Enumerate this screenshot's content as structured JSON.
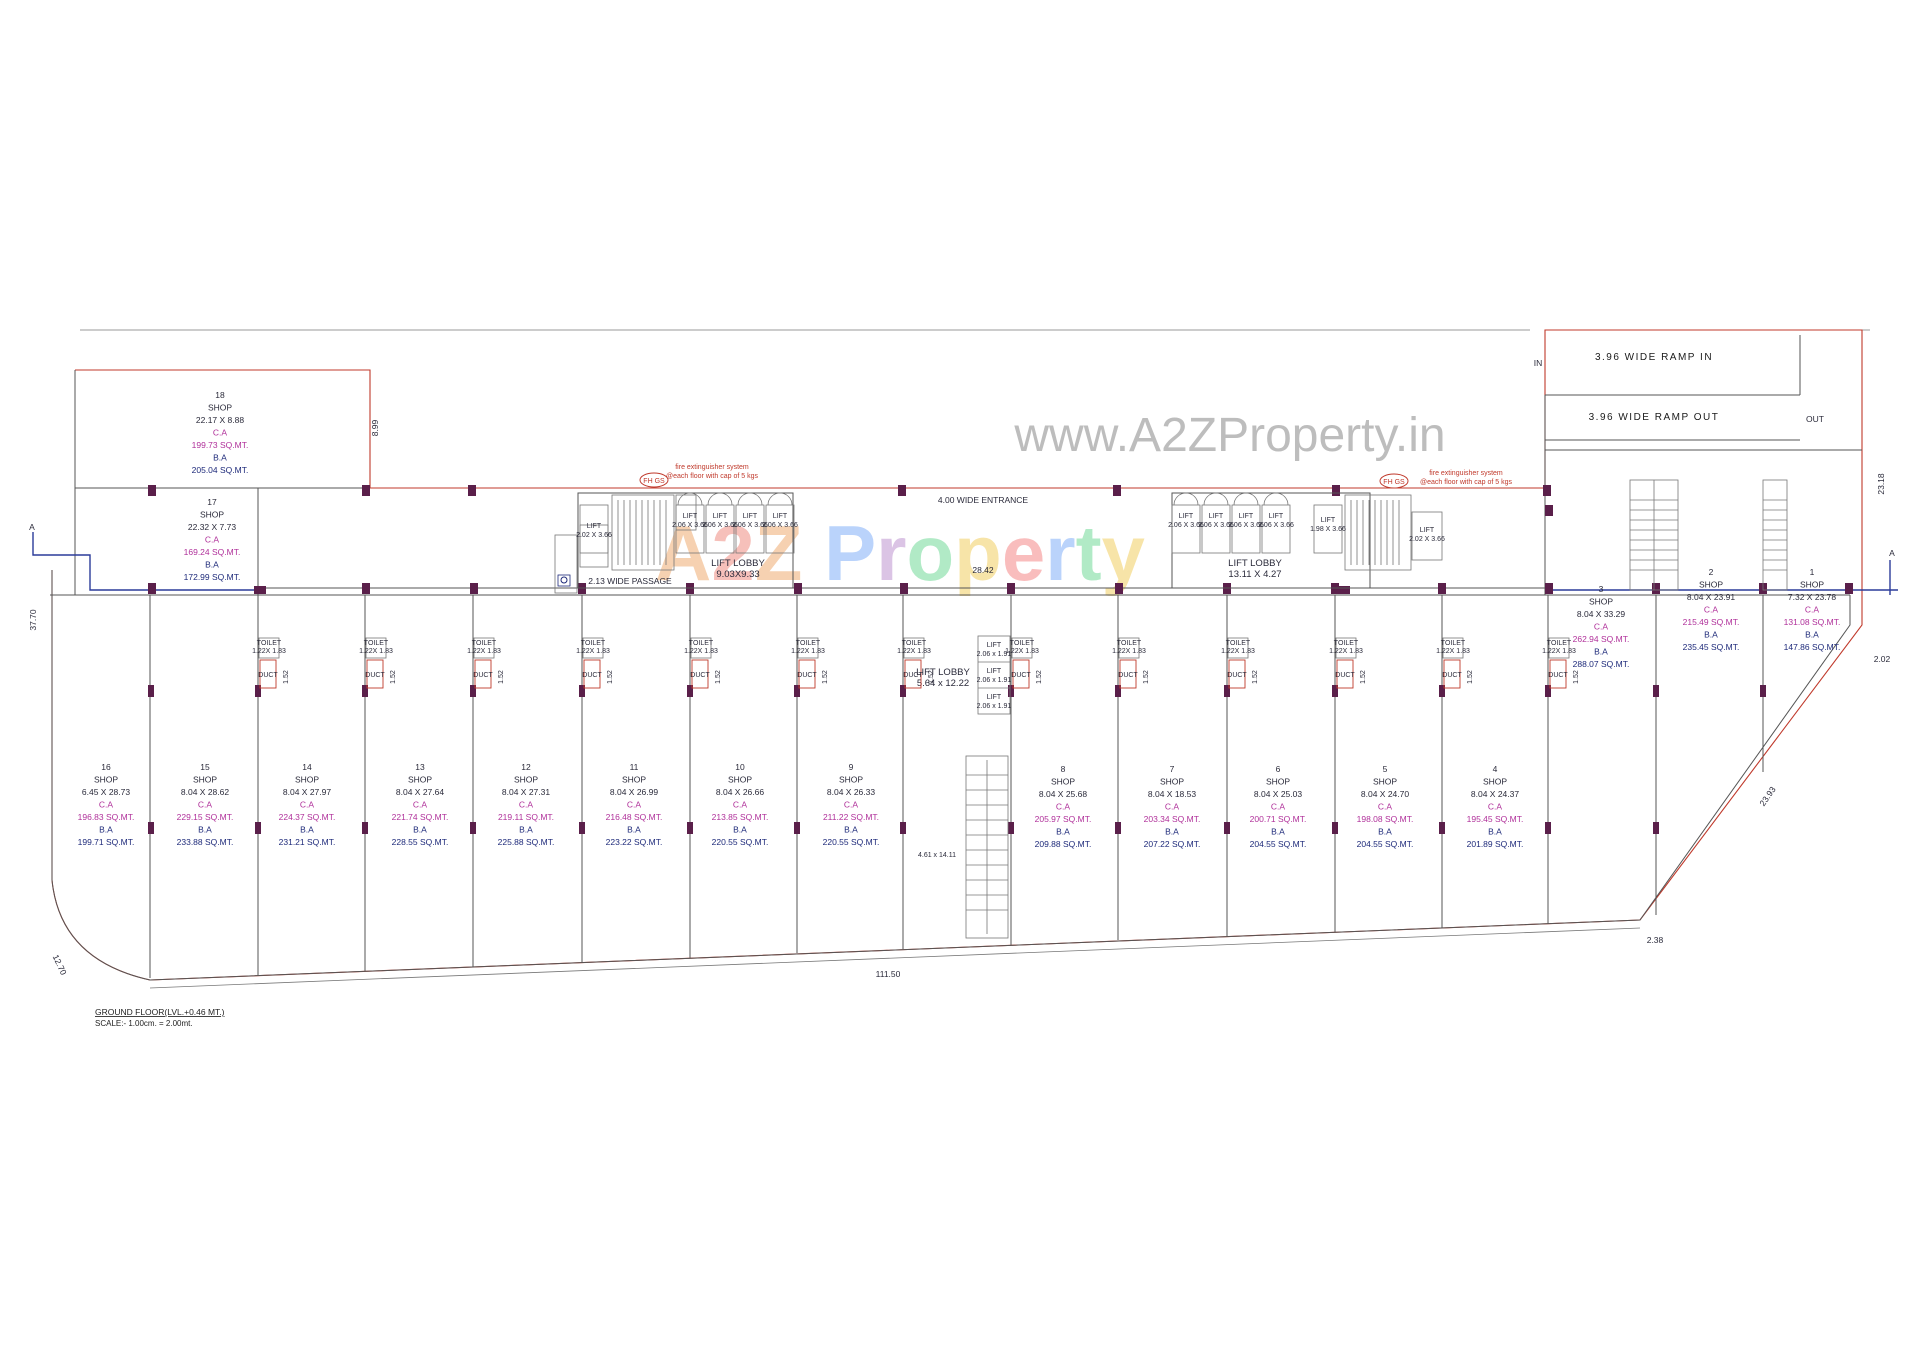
{
  "watermark": {
    "site": "www.A2ZProperty.in",
    "logo": "A2Z Property"
  },
  "title": {
    "line1": "GROUND FLOOR(LVL.+0.46 MT.)",
    "line2": "SCALE:- 1.00cm. = 2.00mt."
  },
  "ramps": {
    "in_label": "IN",
    "out_label": "OUT",
    "ramp_in": "3.96 WIDE RAMP IN",
    "ramp_out": "3.96 WIDE RAMP OUT"
  },
  "labels": {
    "entrance": "4.00 WIDE ENTRANCE",
    "passage": "2.13 WIDE PASSAGE",
    "lift_lobby_left": [
      "LIFT LOBBY",
      "9.03X9.33"
    ],
    "lift_lobby_right": [
      "LIFT LOBBY",
      "13.11 X 4.27"
    ],
    "lift_lobby_center": [
      "LIFT LOBBY",
      "5.64 x 12.22"
    ],
    "stair_center": "4.61 x 14.11",
    "fire_note": [
      "fire extinguisher system",
      "@each floor with cap of 5 kgs"
    ],
    "fhgs": "FH GS",
    "passage_width": "28.42"
  },
  "dimensions": {
    "bottom": "111.50",
    "left": "37.70",
    "left_bottom": "12.70",
    "right": "23.18",
    "right_diag": "23.93",
    "right_small": "2.02",
    "bottom_right": "2.38",
    "top_small": "8.99"
  },
  "shops_top": [
    {
      "no": "18",
      "type": "SHOP",
      "size": "22.17 X 8.88",
      "ca_label": "C.A",
      "ca": "199.73 SQ.MT.",
      "ba_label": "B.A",
      "ba": "205.04 SQ.MT."
    },
    {
      "no": "17",
      "type": "SHOP",
      "size": "22.32 X 7.73",
      "ca_label": "C.A",
      "ca": "169.24 SQ.MT.",
      "ba_label": "B.A",
      "ba": "172.99 SQ.MT."
    },
    {
      "no": "3",
      "type": "SHOP",
      "size": "8.04 X 33.29",
      "ca_label": "C.A",
      "ca": "262.94 SQ.MT.",
      "ba_label": "B.A",
      "ba": "288.07 SQ.MT."
    },
    {
      "no": "2",
      "type": "SHOP",
      "size": "8.04 X 23.91",
      "ca_label": "C.A",
      "ca": "215.49 SQ.MT.",
      "ba_label": "B.A",
      "ba": "235.45 SQ.MT."
    },
    {
      "no": "1",
      "type": "SHOP",
      "size": "7.32 X 23.78",
      "ca_label": "C.A",
      "ca": "131.08 SQ.MT.",
      "ba_label": "B.A",
      "ba": "147.86 SQ.MT."
    }
  ],
  "shops_bottom": [
    {
      "no": "16",
      "type": "SHOP",
      "size": "6.45 X 28.73",
      "ca_label": "C.A",
      "ca": "196.83 SQ.MT.",
      "ba_label": "B.A",
      "ba": "199.71 SQ.MT."
    },
    {
      "no": "15",
      "type": "SHOP",
      "size": "8.04 X 28.62",
      "ca_label": "C.A",
      "ca": "229.15 SQ.MT.",
      "ba_label": "B.A",
      "ba": "233.88 SQ.MT."
    },
    {
      "no": "14",
      "type": "SHOP",
      "size": "8.04 X 27.97",
      "ca_label": "C.A",
      "ca": "224.37 SQ.MT.",
      "ba_label": "B.A",
      "ba": "231.21 SQ.MT."
    },
    {
      "no": "13",
      "type": "SHOP",
      "size": "8.04 X 27.64",
      "ca_label": "C.A",
      "ca": "221.74 SQ.MT.",
      "ba_label": "B.A",
      "ba": "228.55 SQ.MT."
    },
    {
      "no": "12",
      "type": "SHOP",
      "size": "8.04 X 27.31",
      "ca_label": "C.A",
      "ca": "219.11 SQ.MT.",
      "ba_label": "B.A",
      "ba": "225.88 SQ.MT."
    },
    {
      "no": "11",
      "type": "SHOP",
      "size": "8.04 X 26.99",
      "ca_label": "C.A",
      "ca": "216.48 SQ.MT.",
      "ba_label": "B.A",
      "ba": "223.22 SQ.MT."
    },
    {
      "no": "10",
      "type": "SHOP",
      "size": "8.04 X 26.66",
      "ca_label": "C.A",
      "ca": "213.85 SQ.MT.",
      "ba_label": "B.A",
      "ba": "220.55 SQ.MT."
    },
    {
      "no": "9",
      "type": "SHOP",
      "size": "8.04 X 26.33",
      "ca_label": "C.A",
      "ca": "211.22 SQ.MT.",
      "ba_label": "B.A",
      "ba": "220.55 SQ.MT."
    },
    {
      "no": "8",
      "type": "SHOP",
      "size": "8.04 X 25.68",
      "ca_label": "C.A",
      "ca": "205.97 SQ.MT.",
      "ba_label": "B.A",
      "ba": "209.88 SQ.MT."
    },
    {
      "no": "7",
      "type": "SHOP",
      "size": "8.04 X 18.53",
      "ca_label": "C.A",
      "ca": "203.34 SQ.MT.",
      "ba_label": "B.A",
      "ba": "207.22 SQ.MT."
    },
    {
      "no": "6",
      "type": "SHOP",
      "size": "8.04 X 25.03",
      "ca_label": "C.A",
      "ca": "200.71 SQ.MT.",
      "ba_label": "B.A",
      "ba": "204.55 SQ.MT."
    },
    {
      "no": "5",
      "type": "SHOP",
      "size": "8.04 X 24.70",
      "ca_label": "C.A",
      "ca": "198.08 SQ.MT.",
      "ba_label": "B.A",
      "ba": "204.55 SQ.MT."
    },
    {
      "no": "4",
      "type": "SHOP",
      "size": "8.04 X 24.37",
      "ca_label": "C.A",
      "ca": "195.45 SQ.MT.",
      "ba_label": "B.A",
      "ba": "201.89 SQ.MT."
    }
  ],
  "lifts_left": [
    {
      "name": "LIFT",
      "size": "2.02 X 3.66"
    },
    {
      "name": "LIFT",
      "size": "2.06 X 3.66"
    },
    {
      "name": "LIFT",
      "size": "2.06 X 3.66"
    },
    {
      "name": "LIFT",
      "size": "2.06 X 3.66"
    },
    {
      "name": "LIFT",
      "size": "2.06 X 3.66"
    }
  ],
  "lifts_right": [
    {
      "name": "LIFT",
      "size": "2.06 X 3.66"
    },
    {
      "name": "LIFT",
      "size": "2.06 X 3.66"
    },
    {
      "name": "LIFT",
      "size": "2.06 X 3.66"
    },
    {
      "name": "LIFT",
      "size": "2.06 X 3.66"
    },
    {
      "name": "LIFT",
      "size": "1.98 X 3.66"
    },
    {
      "name": "LIFT",
      "size": "2.02 X 3.66"
    }
  ],
  "lifts_center": [
    {
      "name": "LIFT",
      "size": "2.06 x 1.91"
    },
    {
      "name": "LIFT",
      "size": "2.06 x 1.91"
    },
    {
      "name": "LIFT",
      "size": "2.06 x 1.91"
    }
  ],
  "toilet_label": "TOILET",
  "toilet_size": "1.22X 1.83",
  "duct_label": "DUCT",
  "toilet_dim": "1.52"
}
